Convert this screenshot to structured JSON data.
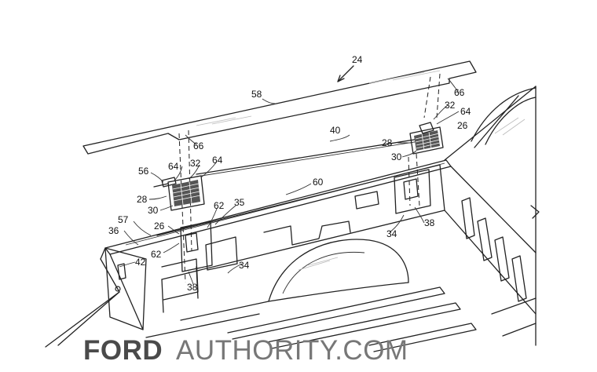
{
  "figure": {
    "reference_numerals": [
      {
        "id": "n24",
        "text": "24"
      },
      {
        "id": "n58",
        "text": "58"
      },
      {
        "id": "n66a",
        "text": "66"
      },
      {
        "id": "n66b",
        "text": "66"
      },
      {
        "id": "n32a",
        "text": "32"
      },
      {
        "id": "n64a",
        "text": "64"
      },
      {
        "id": "n26a",
        "text": "26"
      },
      {
        "id": "n40",
        "text": "40"
      },
      {
        "id": "n28a",
        "text": "28"
      },
      {
        "id": "n30a",
        "text": "30"
      },
      {
        "id": "n56",
        "text": "56"
      },
      {
        "id": "n64b",
        "text": "64"
      },
      {
        "id": "n32b",
        "text": "32"
      },
      {
        "id": "n64c",
        "text": "64"
      },
      {
        "id": "n60",
        "text": "60"
      },
      {
        "id": "n28b",
        "text": "28"
      },
      {
        "id": "n30b",
        "text": "30"
      },
      {
        "id": "n62a",
        "text": "62"
      },
      {
        "id": "n35",
        "text": "35"
      },
      {
        "id": "n57",
        "text": "57"
      },
      {
        "id": "n36",
        "text": "36"
      },
      {
        "id": "n26b",
        "text": "26"
      },
      {
        "id": "n62b",
        "text": "62"
      },
      {
        "id": "n42",
        "text": "42"
      },
      {
        "id": "n34a",
        "text": "34"
      },
      {
        "id": "n34b",
        "text": "34"
      },
      {
        "id": "n38a",
        "text": "38"
      },
      {
        "id": "n38b",
        "text": "38"
      }
    ]
  },
  "watermark": {
    "brand": "FORD",
    "site": "AUTHORITY.COM"
  }
}
